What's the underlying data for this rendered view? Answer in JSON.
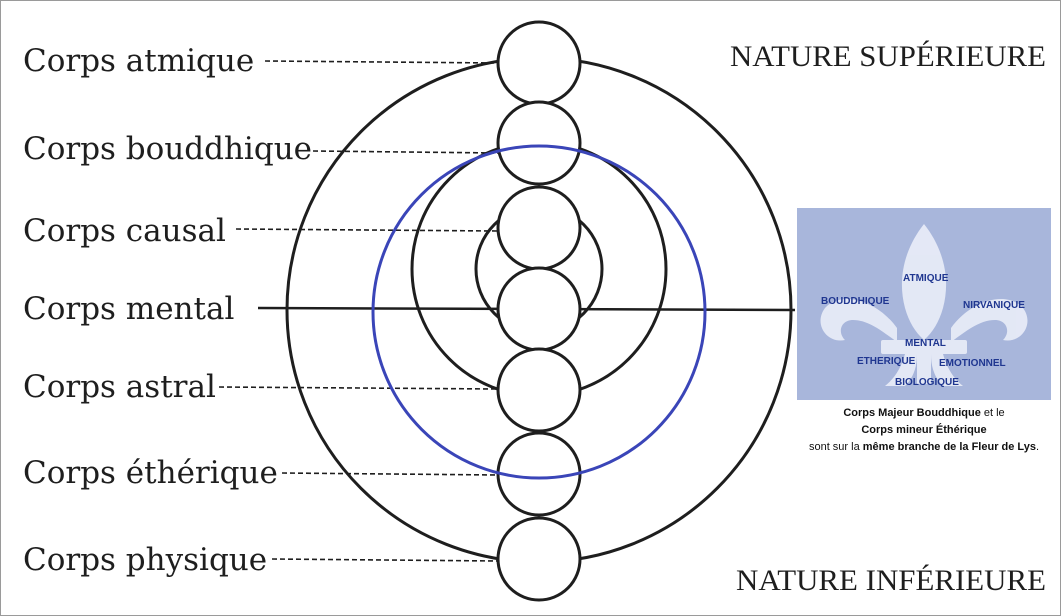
{
  "body_labels": [
    "Corps atmique",
    "Corps bouddhique",
    "Corps causal",
    "Corps mental",
    "Corps astral",
    "Corps éthérique",
    "Corps physique"
  ],
  "nature": {
    "top": "NATURE SUPÉRIEURE",
    "bottom": "NATURE INFÉRIEURE"
  },
  "fleur": {
    "atmique": "ATMIQUE",
    "bouddhique": "BOUDDHIQUE",
    "nirvanique": "NIRVANIQUE",
    "mental": "MENTAL",
    "etherique": "ETHERIQUE",
    "emotionnel": "EMOTIONNEL",
    "biologique": "BIOLOGIQUE"
  },
  "caption": {
    "line1_bold": "Corps Majeur Bouddhique",
    "line1_rest": " et le",
    "line2_bold": "Corps mineur Éthérique",
    "line3_start": "sont sur la ",
    "line3_bold": "même branche de la Fleur de Lys",
    "line3_end": "."
  },
  "colors": {
    "line": "#1e1e1e",
    "blue_circle": "#3a45b8",
    "panel": "#a8b6db",
    "panel_text": "#1f3690"
  }
}
